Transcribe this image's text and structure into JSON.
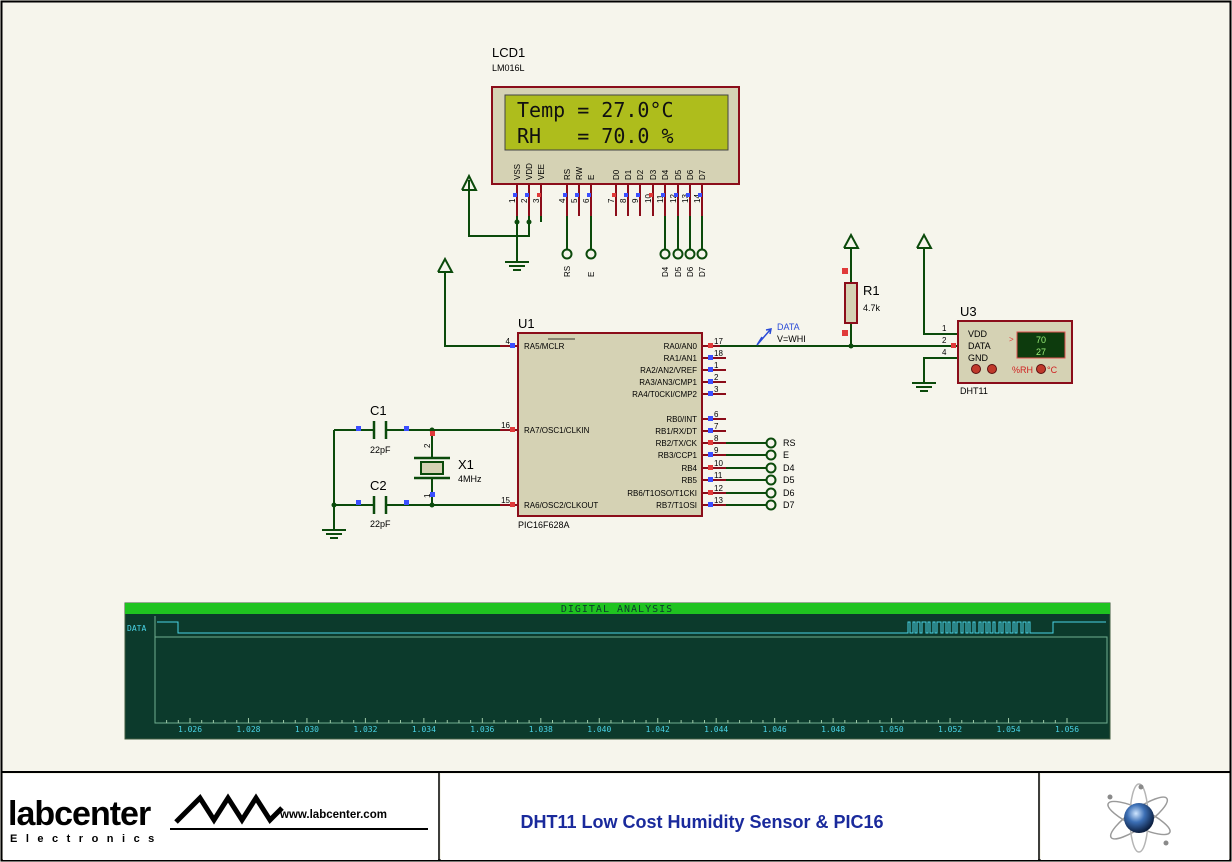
{
  "lcd": {
    "ref": "LCD1",
    "model": "LM016L",
    "line1": "Temp = 27.0°C",
    "line2": "RH   = 70.0 %",
    "pin_names": [
      "VSS",
      "VDD",
      "VEE",
      "RS",
      "RW",
      "E",
      "D0",
      "D1",
      "D2",
      "D3",
      "D4",
      "D5",
      "D6",
      "D7"
    ],
    "pin_numbers": [
      "1",
      "2",
      "3",
      "4",
      "5",
      "6",
      "7",
      "8",
      "9",
      "10",
      "11",
      "12",
      "13",
      "14"
    ],
    "bus_labels": [
      "RS",
      "E",
      "D4",
      "D5",
      "D6",
      "D7"
    ]
  },
  "mcu": {
    "ref": "U1",
    "model": "PIC16F628A",
    "left_pins": [
      {
        "name": "RA5/MCLR",
        "num": "4"
      },
      {
        "name": "RA7/OSC1/CLKIN",
        "num": "16"
      },
      {
        "name": "RA6/OSC2/CLKOUT",
        "num": "15"
      }
    ],
    "right_pins": [
      {
        "name": "RA0/AN0",
        "num": "17"
      },
      {
        "name": "RA1/AN1",
        "num": "18"
      },
      {
        "name": "RA2/AN2/VREF",
        "num": "1"
      },
      {
        "name": "RA3/AN3/CMP1",
        "num": "2"
      },
      {
        "name": "RA4/T0CKI/CMP2",
        "num": "3"
      },
      {
        "name": "RB0/INT",
        "num": "6"
      },
      {
        "name": "RB1/RX/DT",
        "num": "7"
      },
      {
        "name": "RB2/TX/CK",
        "num": "8"
      },
      {
        "name": "RB3/CCP1",
        "num": "9"
      },
      {
        "name": "RB4",
        "num": "10"
      },
      {
        "name": "RB5",
        "num": "11"
      },
      {
        "name": "RB6/T1OSO/T1CKI",
        "num": "12"
      },
      {
        "name": "RB7/T1OSI",
        "num": "13"
      }
    ],
    "port_labels": [
      "RS",
      "E",
      "D4",
      "D5",
      "D6",
      "D7"
    ]
  },
  "probe": {
    "name": "DATA",
    "value": "V=WHI"
  },
  "r1": {
    "ref": "R1",
    "value": "4.7k"
  },
  "c1": {
    "ref": "C1",
    "value": "22pF"
  },
  "c2": {
    "ref": "C2",
    "value": "22pF"
  },
  "x1": {
    "ref": "X1",
    "value": "4MHz",
    "pin_top": "2",
    "pin_bottom": "1"
  },
  "u3": {
    "ref": "U3",
    "model": "DHT11",
    "pins": [
      {
        "name": "VDD",
        "num": "1"
      },
      {
        "name": "DATA",
        "num": "2"
      },
      {
        "name": "GND",
        "num": "4"
      }
    ],
    "rh_value": "70",
    "temp_value": "27",
    "rh_unit": "%RH",
    "temp_unit": "°C",
    "arrow": ">"
  },
  "analysis": {
    "title": "DIGITAL ANALYSIS",
    "trace_label": "DATA",
    "ticks": [
      "1.026",
      "1.028",
      "1.030",
      "1.032",
      "1.034",
      "1.036",
      "1.038",
      "1.040",
      "1.042",
      "1.044",
      "1.046",
      "1.048",
      "1.050",
      "1.052",
      "1.054",
      "1.056"
    ]
  },
  "footer": {
    "logo_name": "labcenter",
    "logo_sub": "Electronics",
    "logo_url": "www.labcenter.com",
    "title": "DHT11 Low Cost Humidity Sensor & PIC16"
  }
}
